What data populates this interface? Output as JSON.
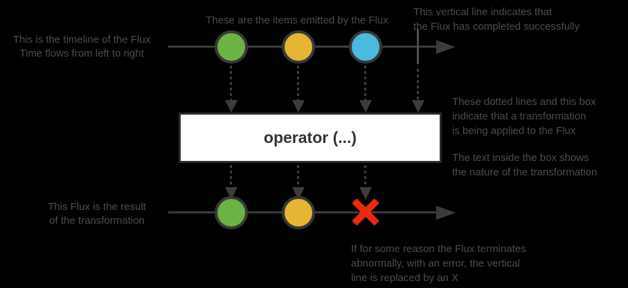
{
  "labels": {
    "timeline": [
      "This is the timeline of the Flux",
      "Time flows from left to right"
    ],
    "items": "These are the items emitted by the Flux",
    "completion": [
      "This vertical line indicates that",
      "the Flux has completed successfully"
    ],
    "transformation": [
      "These dotted lines and this box",
      "indicate that a transformation",
      "is being applied to the Flux"
    ],
    "box_text": [
      "The text inside the box shows",
      "the nature of the transformation"
    ],
    "result": [
      "This Flux is the result",
      "of the transformation"
    ],
    "error": [
      "If for some reason the Flux terminates",
      "abnormally, with an error, the vertical",
      "line is replaced by an X"
    ]
  },
  "operator_box": {
    "label": "operator (...)"
  },
  "streams": {
    "source": {
      "marbles": [
        "green",
        "yellow",
        "blue"
      ],
      "terminal": "complete"
    },
    "result": {
      "marbles": [
        "green",
        "yellow"
      ],
      "terminal": "error"
    }
  },
  "colors": {
    "background": "#000000",
    "annotation_text": "#4c4c4c",
    "timeline_line": "#3c3c3c",
    "completion_line": "#4f4f4f",
    "marble_border": "#373737",
    "marble_green": "#6cb244",
    "marble_yellow": "#e5b636",
    "marble_blue": "#4bbade",
    "error_x": "#ea2a0f",
    "operator_box_bg": "#ffffff",
    "operator_box_border": "#2d2d2d",
    "operator_text": "#343434"
  }
}
